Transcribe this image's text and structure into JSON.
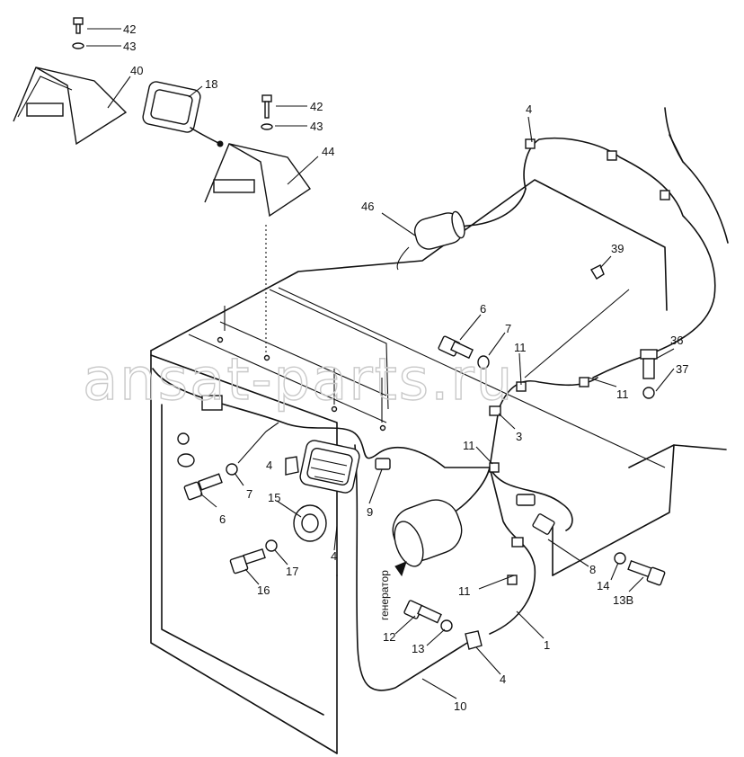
{
  "watermark": "ansat-parts.ru",
  "rotated_label": "генератор",
  "callouts": {
    "c42a": "42",
    "c43a": "43",
    "c40": "40",
    "c18": "18",
    "c42b": "42",
    "c43b": "43",
    "c44": "44",
    "c4top": "4",
    "c46": "46",
    "c39": "39",
    "c6r": "6",
    "c7r": "7",
    "c36": "36",
    "c11a": "11",
    "c37": "37",
    "c11b": "11",
    "c3": "3",
    "c11c": "11",
    "c4l": "4",
    "c7l": "7",
    "c6l": "6",
    "c15": "15",
    "c9": "9",
    "c4m": "4",
    "c17": "17",
    "c16": "16",
    "c8": "8",
    "c11d": "11",
    "c14": "14",
    "c13b": "13B",
    "c12": "12",
    "c13": "13",
    "c1": "1",
    "c4b": "4",
    "c10": "10"
  }
}
